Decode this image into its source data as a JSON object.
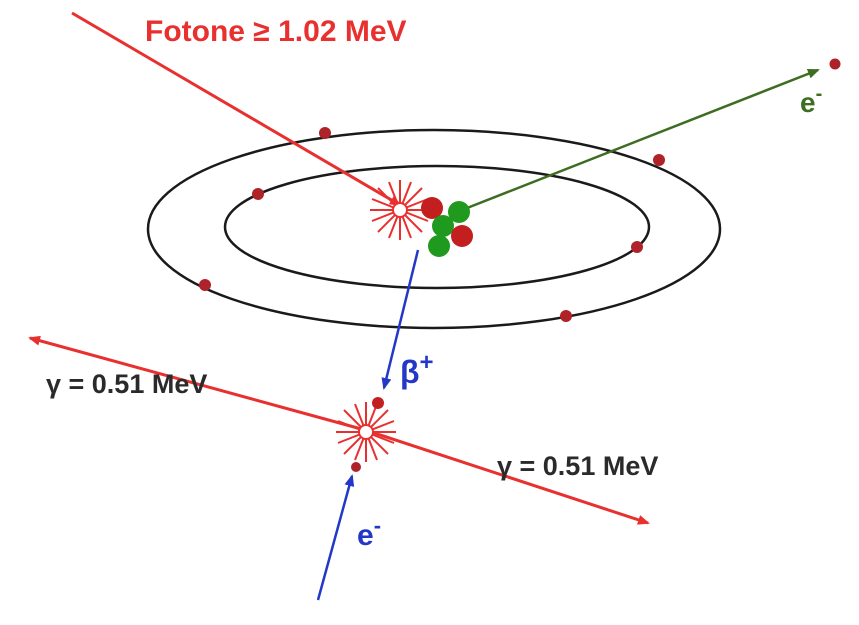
{
  "labels": {
    "photon": "Fotone ≥ 1.02 MeV",
    "ejected_electron": "e",
    "ejected_electron_sup": "-",
    "positron": "β",
    "positron_sup": "+",
    "gamma_left": "γ = 0.51 MeV",
    "gamma_right": "γ = 0.51 MeV",
    "incoming_electron": "e",
    "incoming_electron_sup": "-"
  },
  "colors": {
    "photon": "#e8302f",
    "positron": "#2438c8",
    "ejected_electron": "#3d6d21",
    "orbit": "#1a1a1a",
    "orbital_electron": "#b0222a",
    "nucleus_red": "#c41f1f",
    "nucleus_green": "#1f9a1f"
  }
}
